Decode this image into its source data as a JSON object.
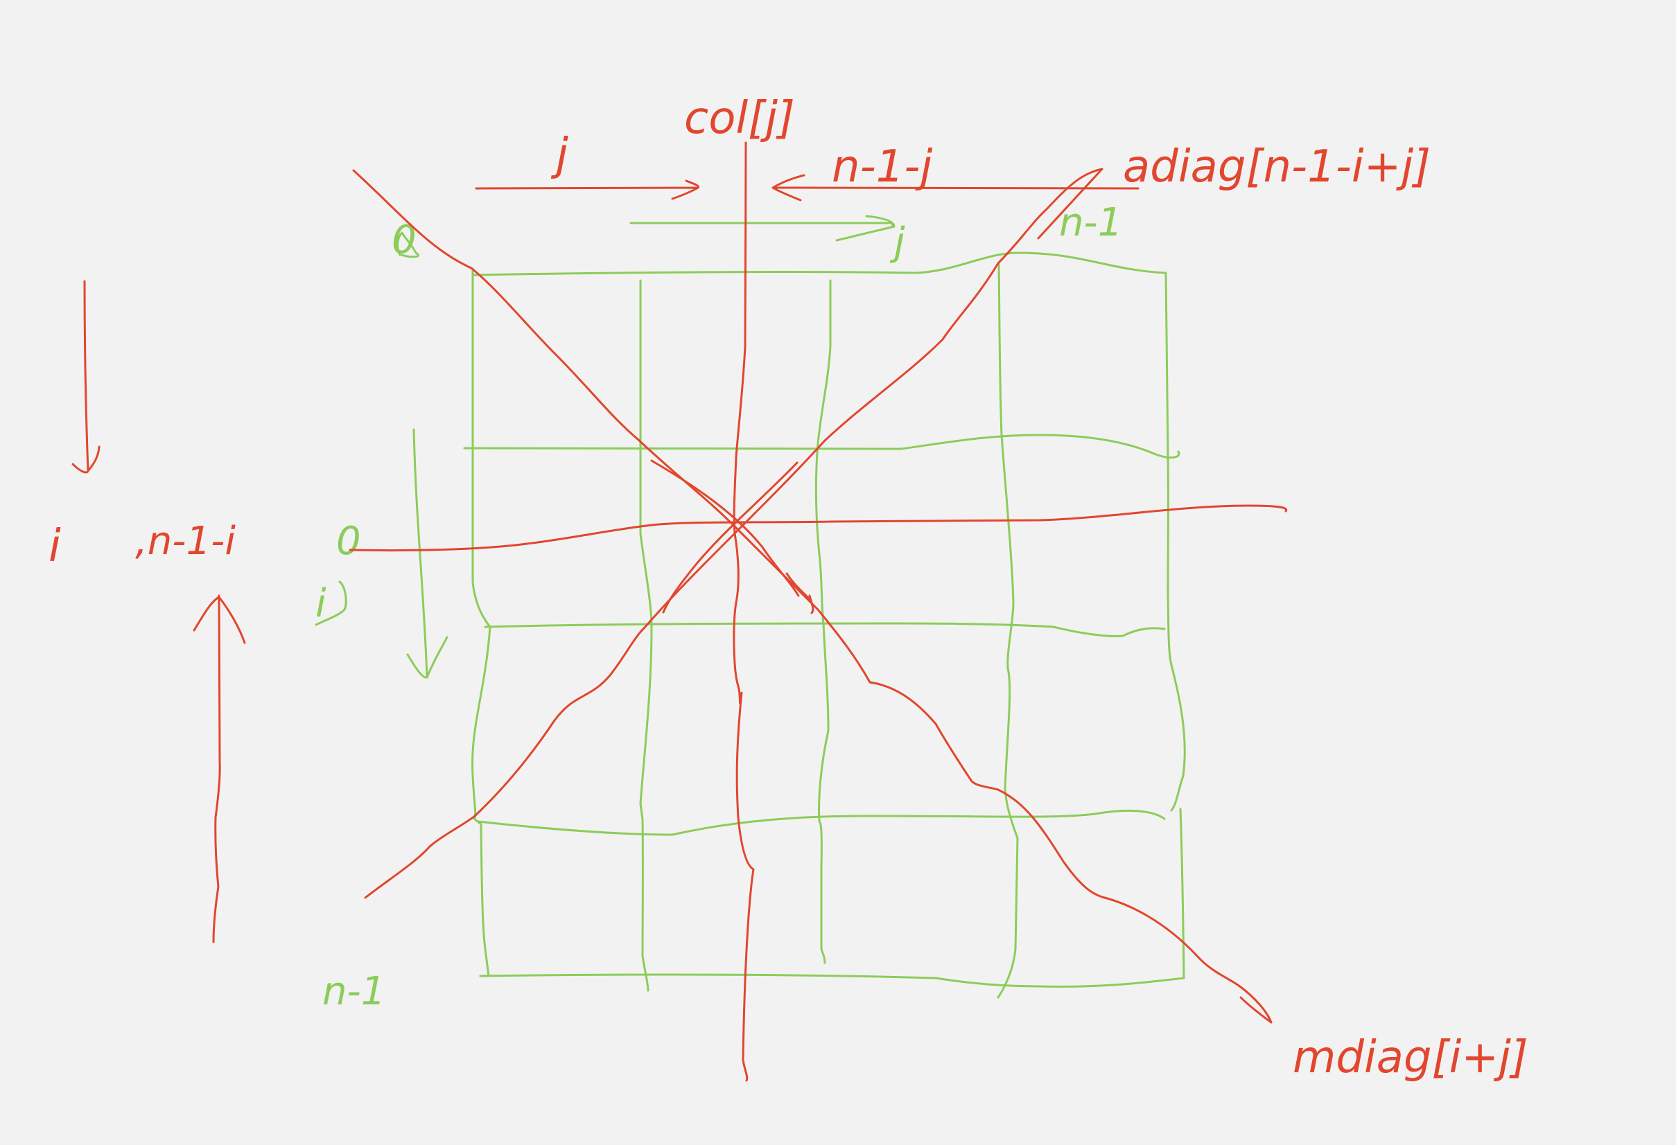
{
  "colors": {
    "background": "#f2f2f2",
    "red_ink": "#e2462e",
    "green_ink": "#8ccc5a"
  },
  "labels": {
    "col": "col[j]",
    "adiag": "adiag[n-1-i+j]",
    "mdiag": "mdiag[i+j]",
    "top_j": "j",
    "top_n1j": "n-1-j",
    "top_green_j": "j",
    "top_green_n1": "n-1",
    "top_green_0": "0",
    "left_i": "i",
    "left_n1i": ",n-1-i",
    "left_green_0": "0",
    "left_green_i": "i",
    "bottom_green_n1": "n-1"
  }
}
